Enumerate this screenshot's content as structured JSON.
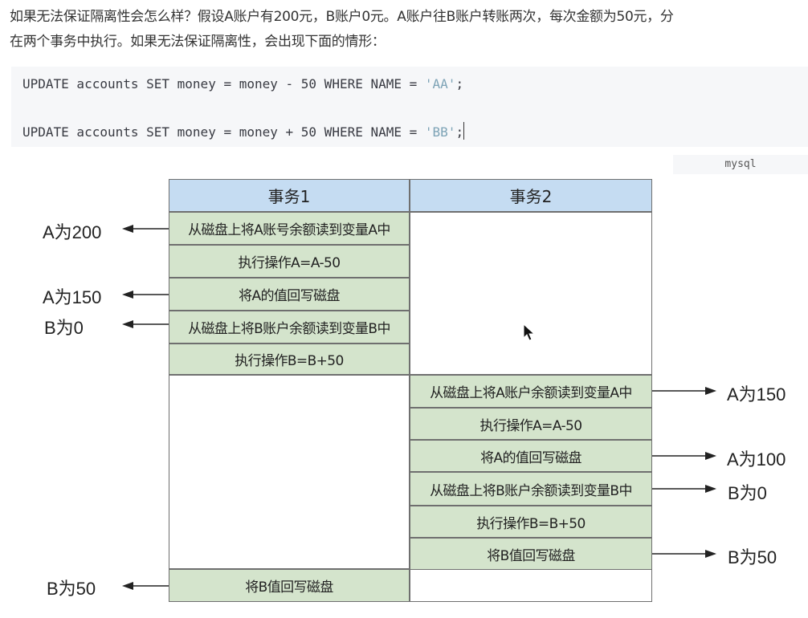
{
  "article": {
    "paragraph_line1": "如果无法保证隔离性会怎么样？假设A账户有200元，B账户0元。A账户往B账户转账两次，每次金额为50元，分",
    "paragraph_line2": "在两个事务中执行。如果无法保证隔离性，会出现下面的情形："
  },
  "code_block": {
    "language": "mysql",
    "lines": [
      {
        "code": "UPDATE accounts SET money = money - 50 WHERE NAME = ",
        "string": "'AA'",
        "end": ";"
      },
      {
        "code": "UPDATE accounts SET money = money + 50 WHERE NAME = ",
        "string": "'BB'",
        "end": ";"
      }
    ]
  },
  "diagram": {
    "header_t1": "事务1",
    "header_t2": "事务2",
    "t1_steps": [
      "从磁盘上将A账号余额读到变量A中",
      "执行操作A=A-50",
      "将A的值回写磁盘",
      "从磁盘上将B账户余额读到变量B中",
      "执行操作B=B+50",
      "将B值回写磁盘"
    ],
    "t2_steps": [
      "从磁盘上将A账户余额读到变量A中",
      "执行操作A=A-50",
      "将A的值回写磁盘",
      "从磁盘上将B账户余额读到变量B中",
      "执行操作B=B+50",
      "将B值回写磁盘"
    ],
    "left_notes": [
      "A为200",
      "A为150",
      "B为0",
      "B为50"
    ],
    "right_notes": [
      "A为150",
      "A为100",
      "B为0",
      "B为50"
    ],
    "colors": {
      "header": "#c5dcf2",
      "step": "#d4e4cc",
      "border": "#6f6f6f"
    },
    "icons": [
      "arrow-left-icon",
      "arrow-right-icon",
      "mouse-pointer-icon"
    ]
  }
}
